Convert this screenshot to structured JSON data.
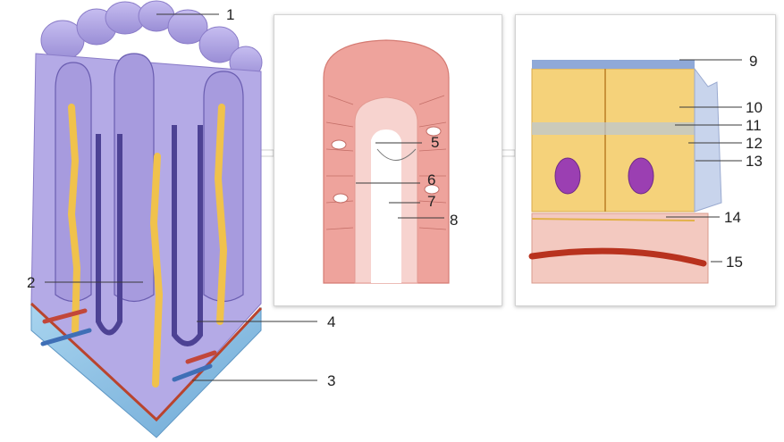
{
  "callouts": [
    "1",
    "2",
    "3",
    "4",
    "5",
    "6",
    "7",
    "8",
    "9",
    "10",
    "11",
    "12",
    "13",
    "14",
    "15"
  ],
  "colors": {
    "villus_purple": "#9d8fd6",
    "villus_light": "#c9c0ef",
    "epithelium_dark": "#5a4f9c",
    "lacteal_yellow": "#f2c64e",
    "submucosa_blue": "#8fc4e6",
    "tissue_pink": "#f3c9c0",
    "cell_yellow": "#f5d27a",
    "nucleus_purple": "#9b3fb2",
    "capillary_red": "#b8321e",
    "leader_line": "#3a3a3a"
  }
}
